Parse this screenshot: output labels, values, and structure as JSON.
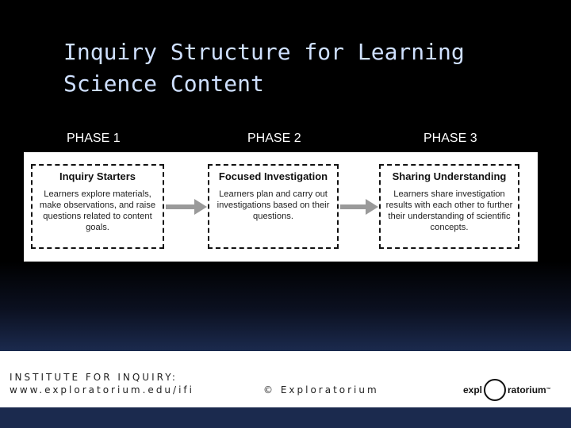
{
  "slide": {
    "title_line1": "Inquiry Structure for Learning",
    "title_line2": "Science Content"
  },
  "phases": [
    "PHASE 1",
    "PHASE 2",
    "PHASE 3"
  ],
  "boxes": [
    {
      "title": "Inquiry Starters",
      "text": "Learners explore materials, make observations, and raise questions related to content goals."
    },
    {
      "title": "Focused Investigation",
      "text": "Learners plan and carry out investigations based on their questions."
    },
    {
      "title": "Sharing Understanding",
      "text": "Learners share investigation results with each other to further their understanding of scientific concepts."
    }
  ],
  "footer": {
    "institute": "INSTITUTE FOR INQUIRY:",
    "url": "www.exploratorium.edu/ifi",
    "copyright": "© Exploratorium",
    "logo_left": "expl",
    "logo_right": "ratorium",
    "logo_tm": "™"
  },
  "colors": {
    "title": "#cfe0ff",
    "background_top": "#000000",
    "background_bottom": "#1b2a4e"
  }
}
